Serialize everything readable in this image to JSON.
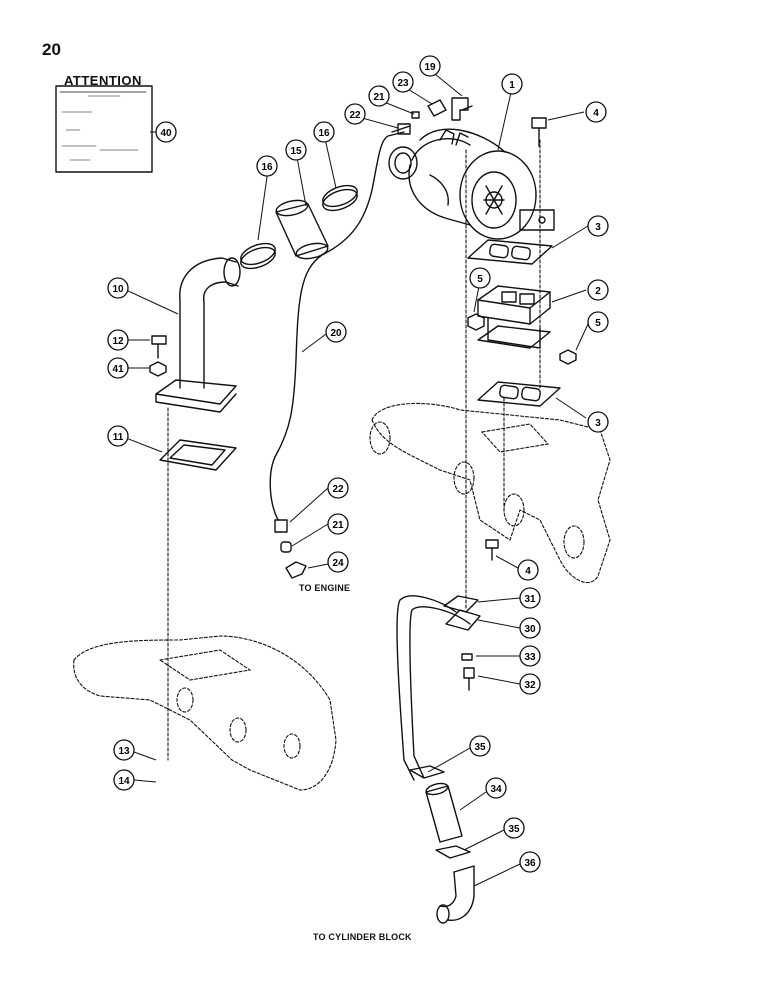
{
  "page_number": "20",
  "attention": {
    "title": "ATTENTION",
    "callout": "40"
  },
  "labels": {
    "to_engine": "TO ENGINE",
    "to_cylinder_block": "TO CYLINDER BLOCK"
  },
  "callouts": [
    "19",
    "23",
    "1",
    "21",
    "22",
    "4",
    "16",
    "15",
    "16",
    "3",
    "10",
    "5",
    "2",
    "20",
    "5",
    "12",
    "41",
    "3",
    "11",
    "22",
    "21",
    "24",
    "4",
    "31",
    "30",
    "33",
    "32",
    "13",
    "14",
    "35",
    "34",
    "35",
    "36",
    "40"
  ],
  "colors": {
    "ink": "#111111",
    "paper": "#ffffff"
  }
}
